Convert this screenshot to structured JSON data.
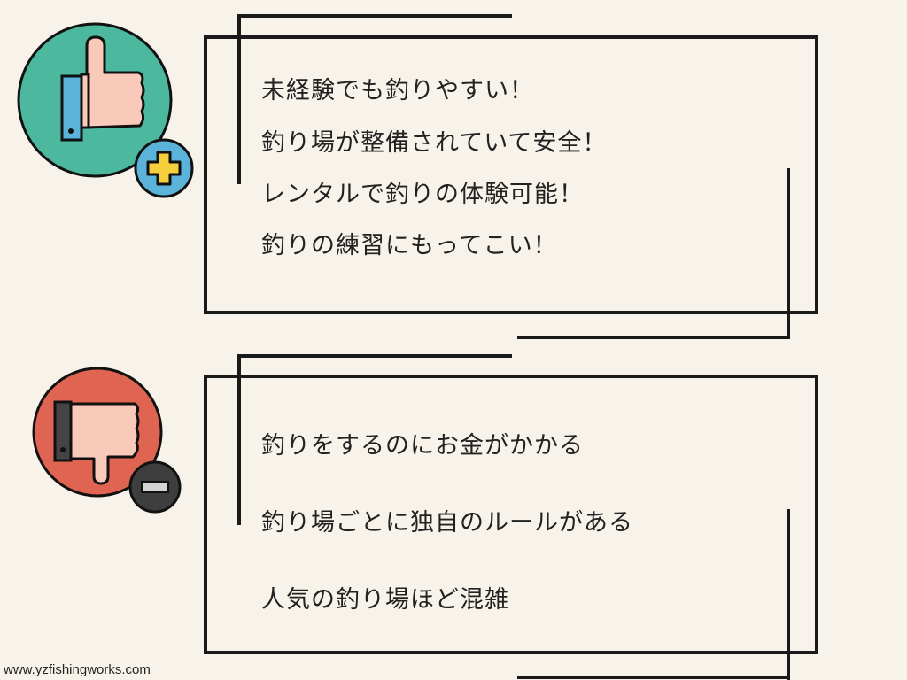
{
  "pros": {
    "icon": "thumbs-up-plus-icon",
    "items": [
      "未経験でも釣りやすい！",
      "釣り場が整備されていて安全！",
      "レンタルで釣りの体験可能！",
      "釣りの練習にもってこい！"
    ]
  },
  "cons": {
    "icon": "thumbs-down-minus-icon",
    "items": [
      "釣りをするのにお金がかかる",
      "釣り場ごとに独自のルールがある",
      "人気の釣り場ほど混雑"
    ]
  },
  "watermark": "www.yzfishingworks.com",
  "colors": {
    "pros_circle": "#4cb89e",
    "pros_badge": "#5cb3d9",
    "plus": "#f5cf3c",
    "cons_circle": "#e06452",
    "cons_badge": "#3e3e3e",
    "background": "#f8f3ea"
  }
}
